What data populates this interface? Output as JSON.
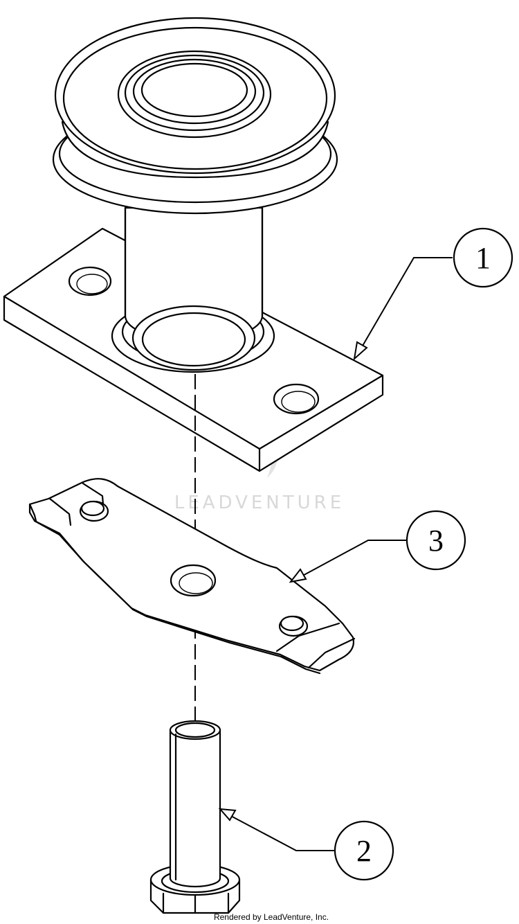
{
  "callouts": [
    {
      "id": "1",
      "label": "1"
    },
    {
      "id": "3",
      "label": "3"
    },
    {
      "id": "2",
      "label": "2"
    }
  ],
  "watermark": {
    "text": "LEADVENTURE"
  },
  "footer": {
    "text": "Rendered by LeadVenture, Inc."
  }
}
